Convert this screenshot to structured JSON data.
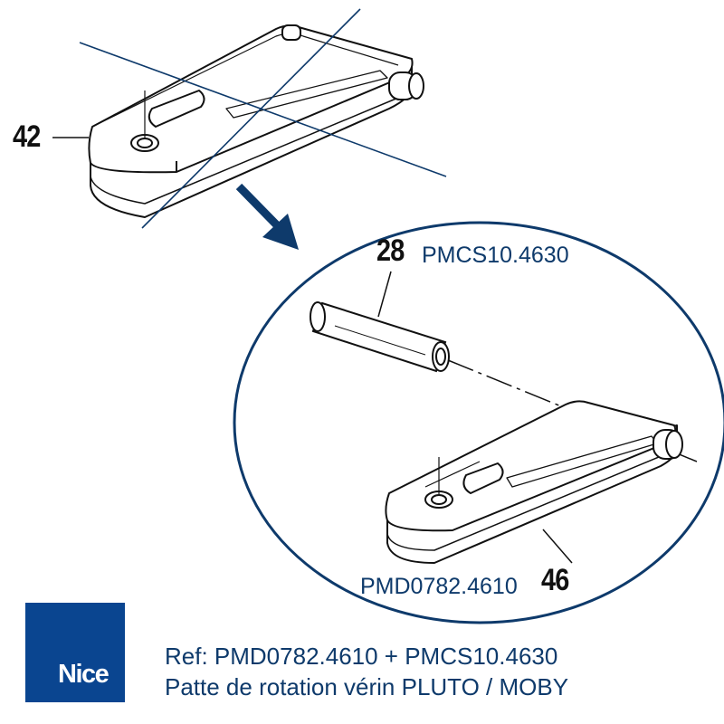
{
  "diagram": {
    "callouts": {
      "part_42": "42",
      "part_28": "28",
      "part_46": "46"
    },
    "references": {
      "pin_ref": "PMCS10.4630",
      "bracket_ref": "PMD0782.4610"
    }
  },
  "logo": {
    "text": "Nice",
    "color": "#0a4590"
  },
  "caption": {
    "line1": "Ref: PMD0782.4610 + PMCS10.4630",
    "line2": "Patte de rotation vérin PLUTO / MOBY"
  },
  "colors": {
    "navy": "#0e3a6b",
    "ink": "#111111"
  }
}
